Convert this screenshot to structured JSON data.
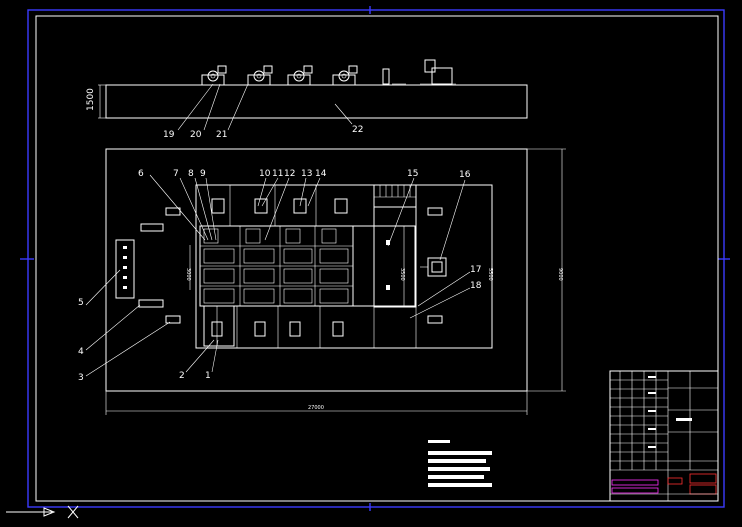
{
  "drawing": {
    "colors": {
      "background": "#000000",
      "lines": "#ffffff",
      "frame": "#3b3bff",
      "titleblock_accent": "#ff3030",
      "titleblock_magenta": "#ff30ff"
    },
    "dimensions": {
      "elevation_height": "1500",
      "plan_width": "27000",
      "plan_height": "9000",
      "inner_height_a": "5500",
      "inner_height_b": "3500",
      "inner_height_c": "3000"
    },
    "callouts": [
      "1",
      "2",
      "3",
      "4",
      "5",
      "6",
      "7",
      "8",
      "9",
      "10",
      "11",
      "12",
      "13",
      "14",
      "15",
      "16",
      "17",
      "18",
      "19",
      "20",
      "21",
      "22"
    ]
  }
}
